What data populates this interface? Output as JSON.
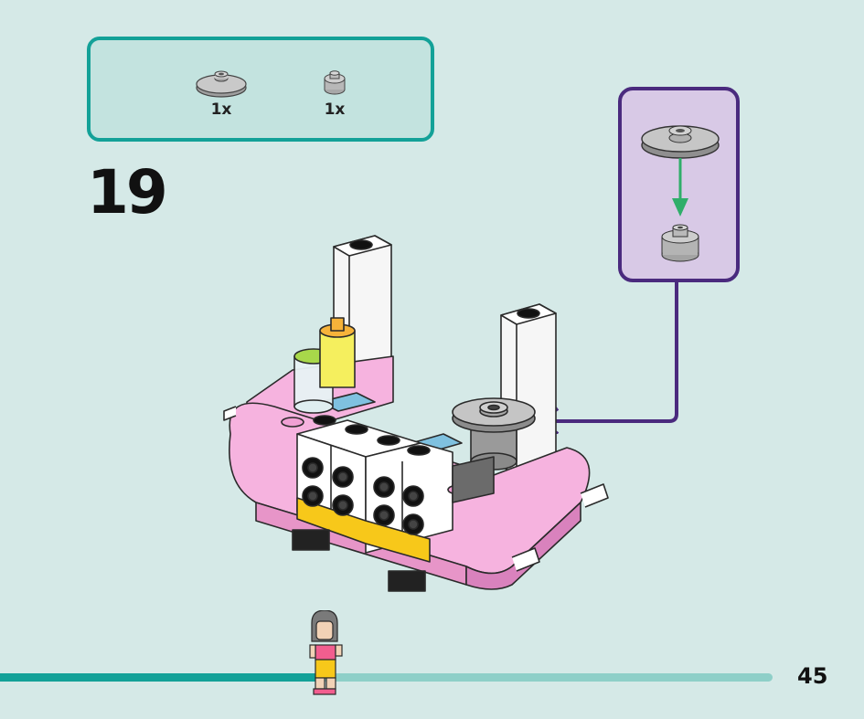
{
  "parts_list": [
    {
      "icon": "round-plate-2x2-icon",
      "color": "light-gray",
      "quantity": "1x"
    },
    {
      "icon": "round-brick-1x1-icon",
      "color": "light-gray",
      "quantity": "1x"
    }
  ],
  "step": {
    "number": "19"
  },
  "progress": {
    "fraction": 0.42
  },
  "page": {
    "number": "45"
  },
  "colors": {
    "background": "#d5e9e7",
    "parts_border": "#13a198",
    "parts_fill": "#c3e3df",
    "callout_border": "#4a2a7e",
    "callout_fill": "#d8c9e6",
    "callout_arrow": "#4a2a7e",
    "assembly_arrow": "#2fae6a",
    "progress_fill": "#13a198",
    "progress_track": "#8ecfc8",
    "model_pink": "#f6b3df",
    "model_white": "#ffffff",
    "model_blue": "#7fc1e0",
    "model_yellow": "#f7c81a"
  }
}
